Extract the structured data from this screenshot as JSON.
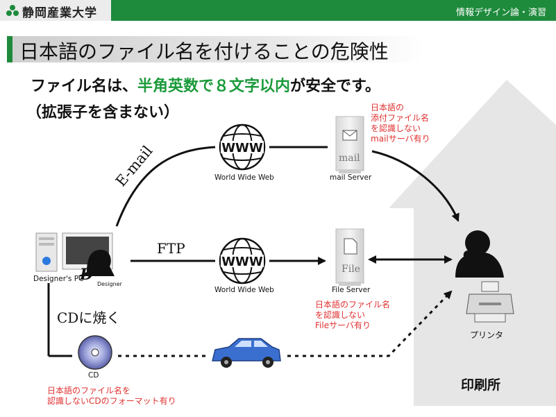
{
  "header": {
    "university": "静岡産業大学",
    "course": "情報デザイン論・演習"
  },
  "title": "日本語のファイル名を付けることの危険性",
  "subtitle": {
    "part1": "ファイル名は、",
    "highlight": "半角英数で８文字以内",
    "part2": "が安全です。",
    "line2": "（拡張子を含まない）"
  },
  "nodes": {
    "designer_pc": "Designer's PC",
    "designer_logo": "Designer",
    "www_top": "World Wide Web",
    "www_mid": "World Wide Web",
    "mail_server": "mail Server",
    "mail_icon_text": "mail",
    "file_server": "File Server",
    "file_icon_text": "File",
    "cd": "CD",
    "printer": "プリンタ",
    "print_shop": "印刷所"
  },
  "routes": {
    "email": "E-mail",
    "ftp": "FTP",
    "cd": "CDに焼く"
  },
  "notes": {
    "mail": [
      "日本語の",
      "添付ファイル名",
      "を認識しない",
      "mailサーバ有り"
    ],
    "file": [
      "日本語のファイル名",
      "を認識しない",
      "Fileサーバ有り"
    ],
    "cd": [
      "日本語のファイル名を",
      "認識しないCDのフォーマット有り"
    ]
  },
  "colors": {
    "green": "#1e8a3c",
    "highlight": "#1a9a3a",
    "note_red": "#e03030",
    "house_gray": "#e6e6e6",
    "car_blue": "#3a6fd0"
  }
}
